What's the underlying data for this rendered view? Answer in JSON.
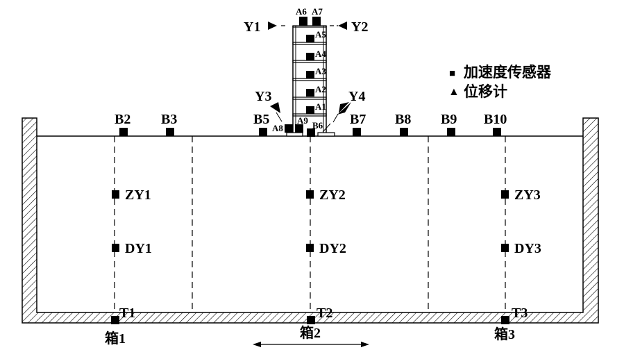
{
  "legend": {
    "accelerometer": "加速度传感器",
    "displacement": "位移计",
    "accelerometer_marker": "■",
    "displacement_marker": "▲"
  },
  "building_sensors": {
    "A1": "A1",
    "A2": "A2",
    "A3": "A3",
    "A4": "A4",
    "A5": "A5",
    "A6": "A6",
    "A7": "A7",
    "A8": "A8",
    "A9": "A9"
  },
  "displacement_meters": {
    "Y1": "Y1",
    "Y2": "Y2",
    "Y3": "Y3",
    "Y4": "Y4"
  },
  "surface_sensors": {
    "B2": "B2",
    "B3": "B3",
    "B5": "B5",
    "B6": "B6",
    "B7": "B7",
    "B8": "B8",
    "B9": "B9",
    "B10": "B10"
  },
  "soil_sensors": {
    "ZY1": "ZY1",
    "ZY2": "ZY2",
    "ZY3": "ZY3",
    "DY1": "DY1",
    "DY2": "DY2",
    "DY3": "DY3",
    "T1": "T1",
    "T2": "T2",
    "T3": "T3"
  },
  "boxes": {
    "box1": "箱1",
    "box2": "箱2",
    "box3": "箱3"
  }
}
